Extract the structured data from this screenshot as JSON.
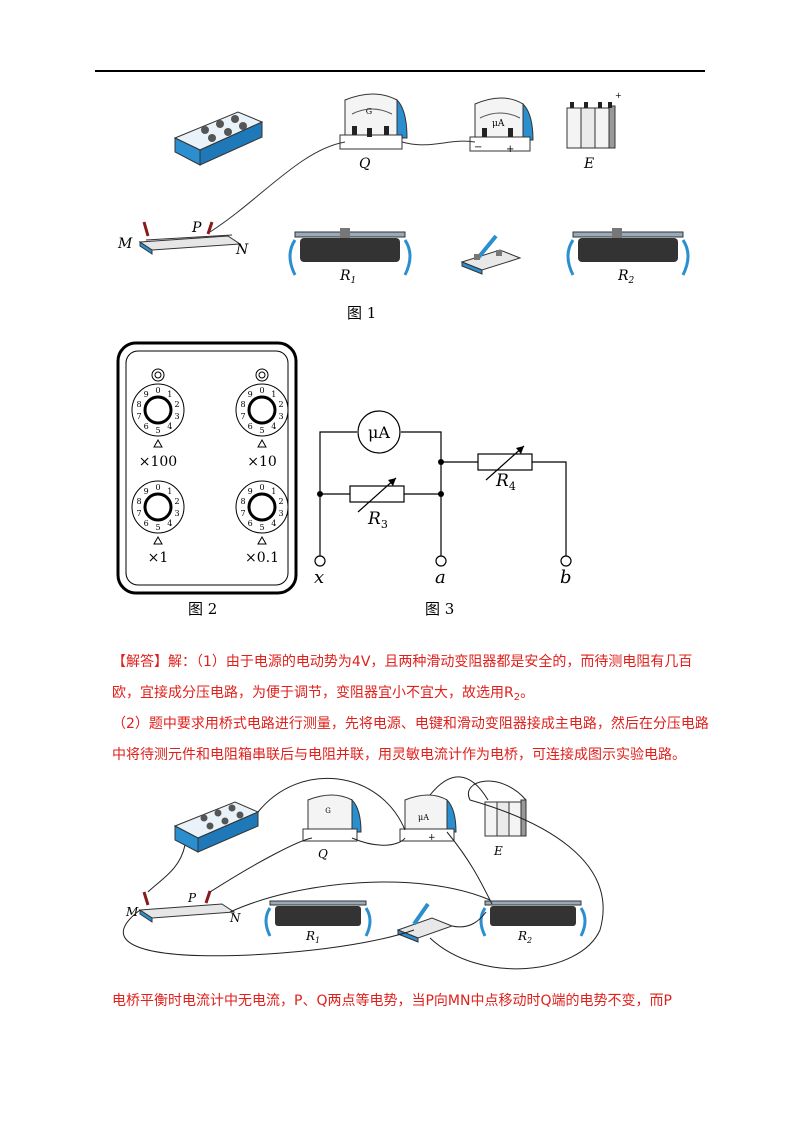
{
  "figure1": {
    "caption": "图 1",
    "labels": {
      "G": "G",
      "uA": "μA",
      "Q": "Q",
      "E": "E",
      "P": "P",
      "M": "M",
      "N": "N",
      "R1": "R",
      "R1_sub": "1",
      "R2": "R",
      "R2_sub": "2",
      "minus": "−",
      "plus": "+"
    }
  },
  "figure2": {
    "caption": "图 2",
    "dials": [
      {
        "label": "×100"
      },
      {
        "label": "×10"
      },
      {
        "label": "×1"
      },
      {
        "label": "×0.1"
      }
    ]
  },
  "figure3": {
    "caption": "图 3",
    "labels": {
      "meter": "μA",
      "R3": "R",
      "R3_sub": "3",
      "R4": "R",
      "R4_sub": "4",
      "x": "x",
      "a": "a",
      "b": "b"
    }
  },
  "answer": {
    "tag": "【解答】",
    "p1_text": "解：（1）由于电源的电动势为4V，且两种滑动变阻器都是安全的，而待测电阻有几百欧，宜接成分压电路，为便于调节，变阻器宜小不宜大，故选用R",
    "p1_sub": "2",
    "p1_end": "。",
    "p2": "（2）题中要求用桥式电路进行测量，先将电源、电键和滑动变阻器接成主电路，然后在分压电路中将待测元件和电阻箱串联后与电阻并联，用灵敏电流计作为电桥，可连接成图示实验电路。",
    "p3": "电桥平衡时电流计中无电流，P、Q两点等电势，当P向MN中点移动时Q端的电势不变，而P"
  },
  "figure4": {
    "labels": {
      "G": "G",
      "uA": "μA",
      "Q": "Q",
      "E": "E",
      "P": "P",
      "M": "M",
      "N": "N",
      "R1": "R",
      "R1_sub": "1",
      "R2": "R",
      "R2_sub": "2",
      "plus": "+"
    }
  }
}
